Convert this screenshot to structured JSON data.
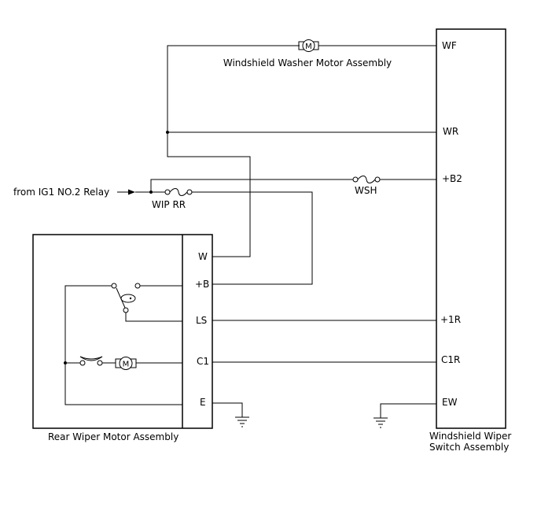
{
  "labels": {
    "washer_motor": "Windshield Washer Motor Assembly",
    "source": "from IG1 NO.2 Relay",
    "fuse_wip_rr": "WIP RR",
    "fuse_wsh": "WSH",
    "rear_motor": "Rear Wiper Motor Assembly",
    "switch_line1": "Windshield Wiper",
    "switch_line2": "Switch Assembly",
    "motor_symbol": "M"
  },
  "rear_motor_terminals": [
    "W",
    "+B",
    "LS",
    "C1",
    "E"
  ],
  "switch_terminals": [
    "WF",
    "WR",
    "+B2",
    "+1R",
    "C1R",
    "EW"
  ]
}
